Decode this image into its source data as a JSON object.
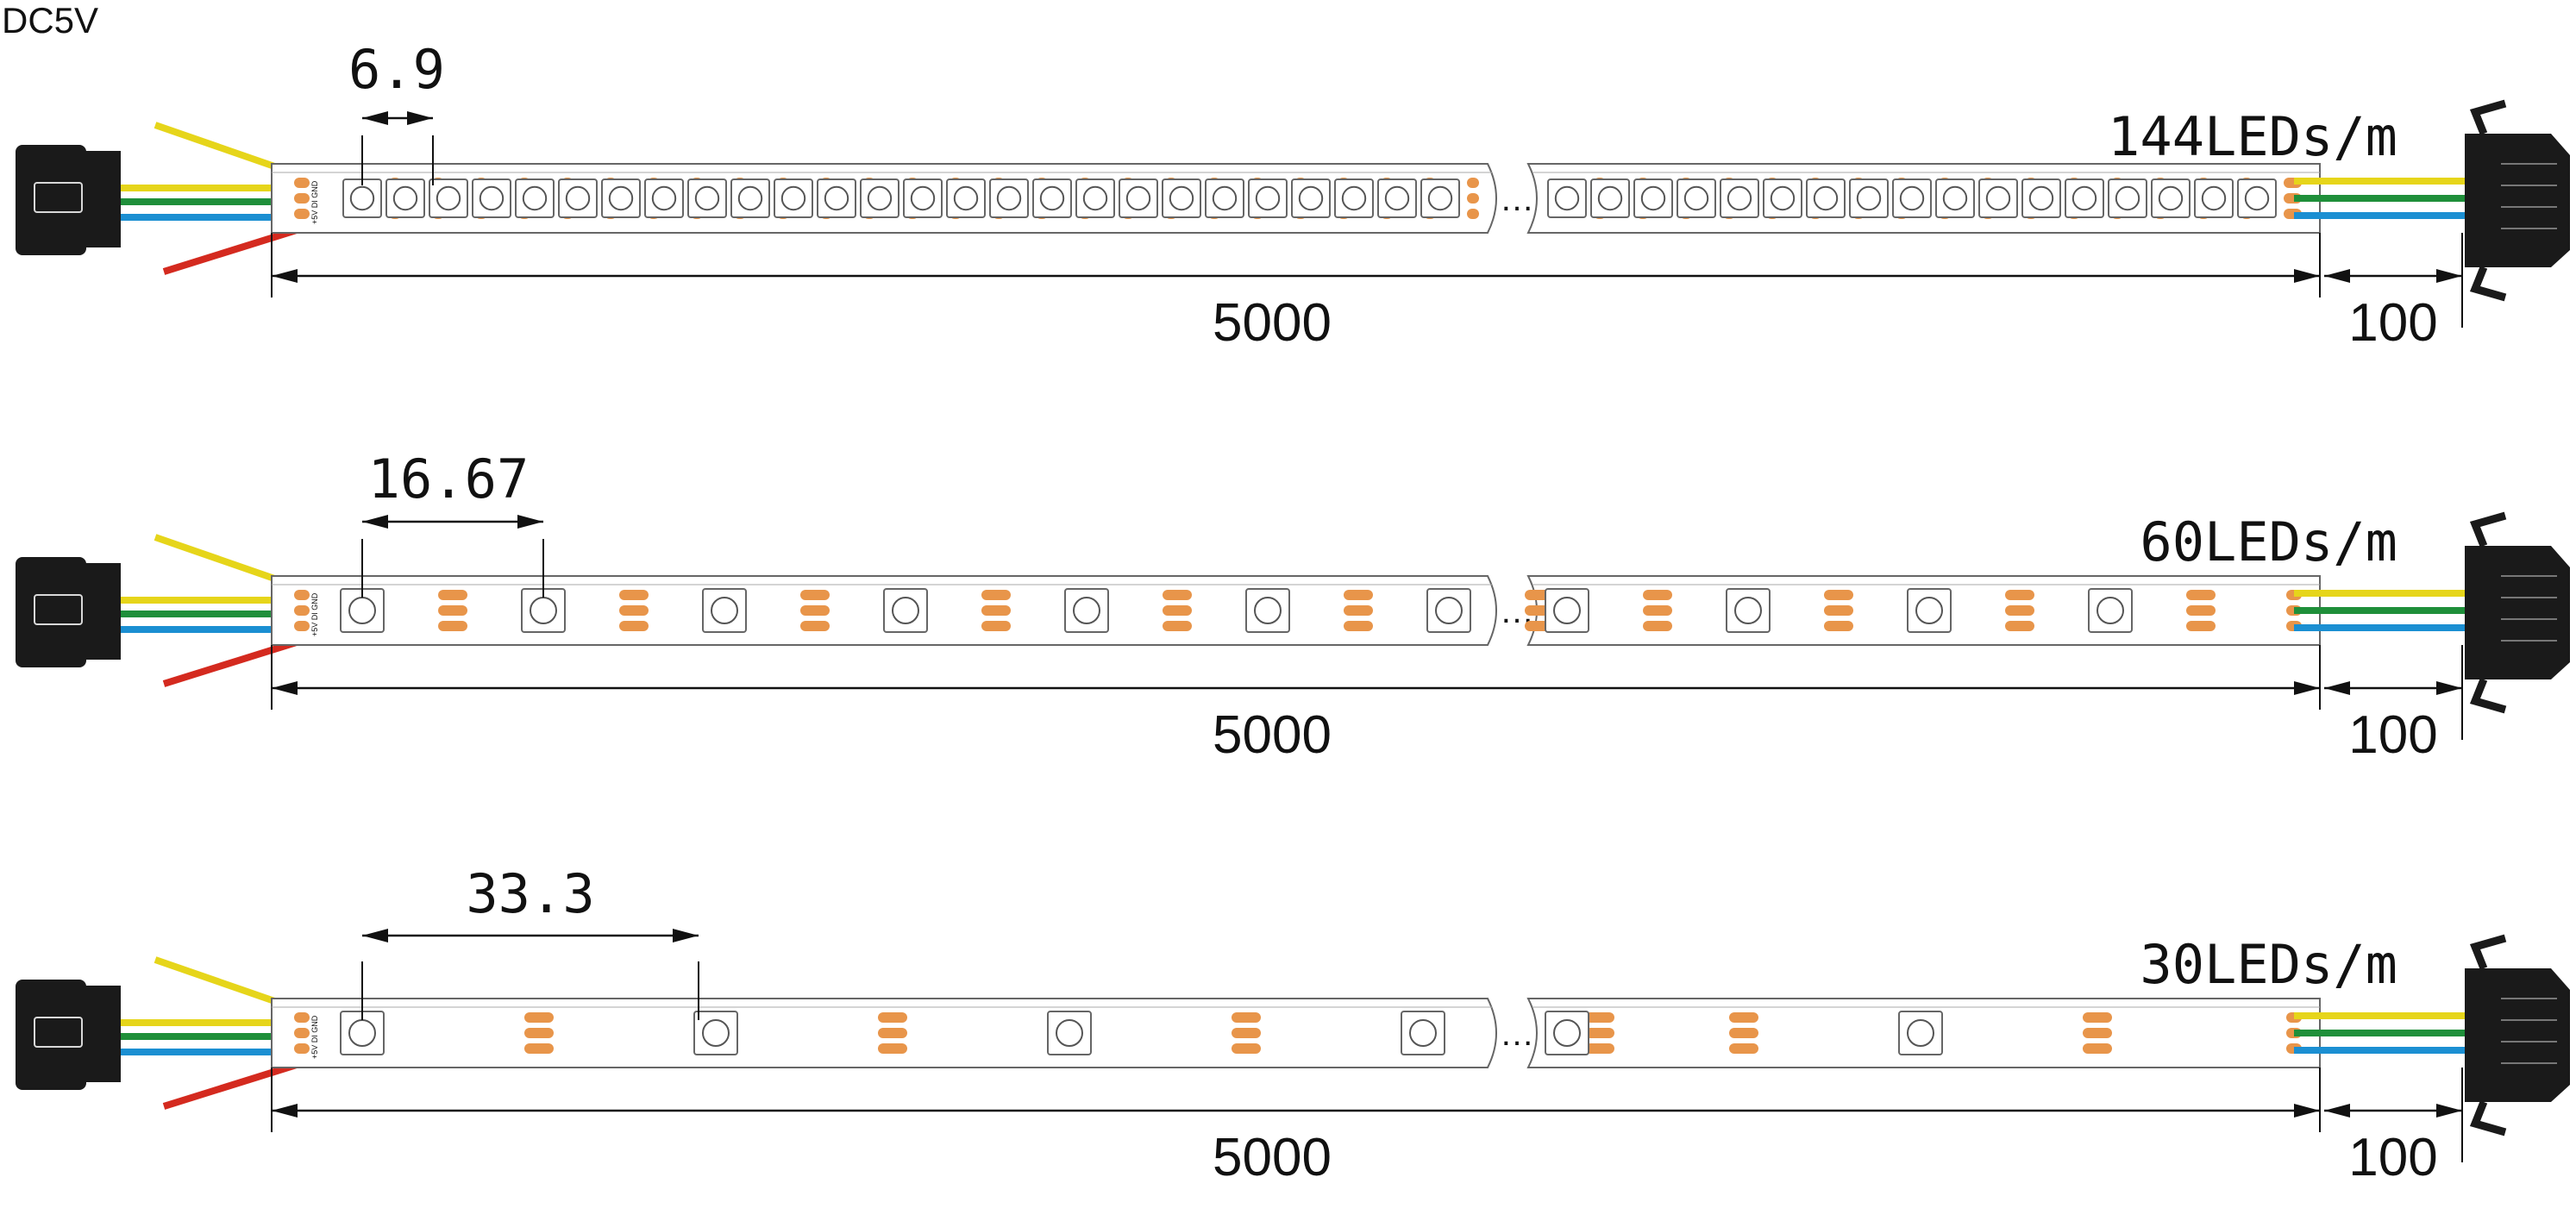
{
  "supply_label": "DC5V",
  "pad_labels": "+5V DI GND",
  "wire_colors": {
    "yellow": "#e6d51a",
    "green": "#1f8f3a",
    "blue": "#1b8fd2",
    "red": "#d42a1f"
  },
  "accent": {
    "pad": "#e8954a",
    "connector": "#1a1a1a",
    "outline": "#666666"
  },
  "strips": [
    {
      "density": "144LEDs/m",
      "pitch": "6.9",
      "length": "5000",
      "lead": "100"
    },
    {
      "density": "60LEDs/m",
      "pitch": "16.67",
      "length": "5000",
      "lead": "100"
    },
    {
      "density": "30LEDs/m",
      "pitch": "33.3",
      "length": "5000",
      "lead": "100"
    }
  ]
}
